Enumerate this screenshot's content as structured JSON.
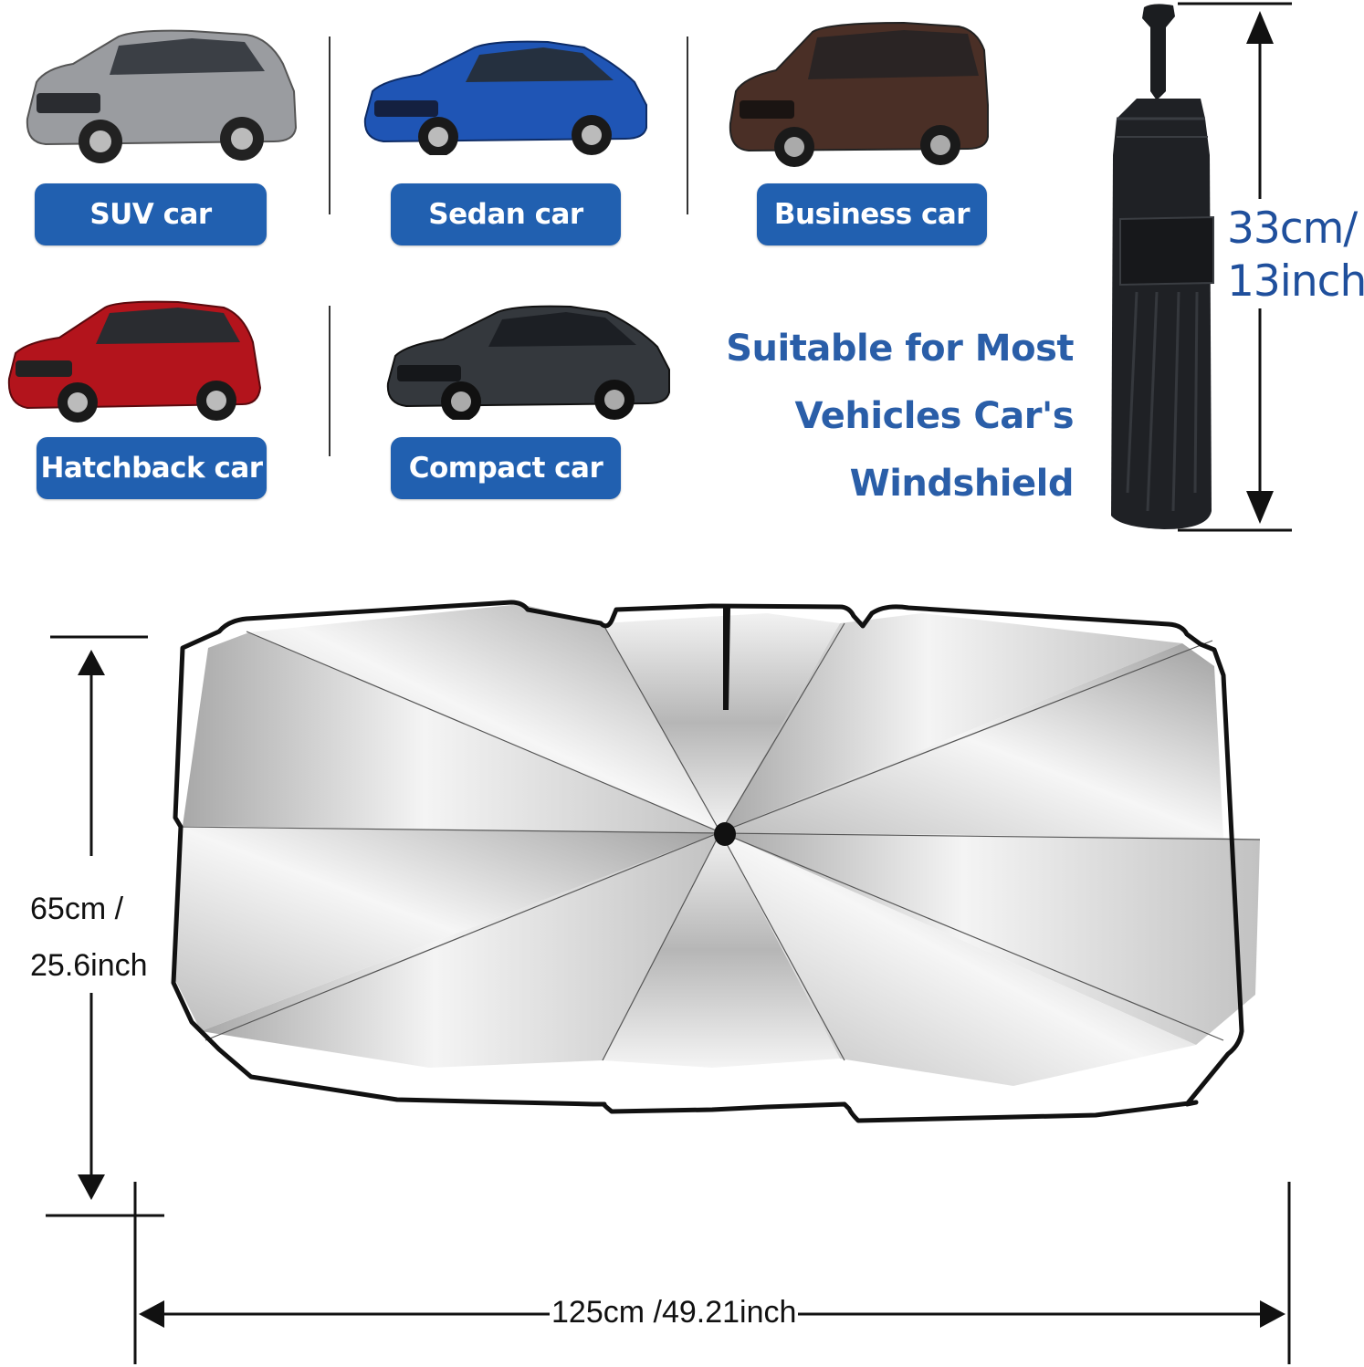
{
  "vehicle_types": [
    {
      "label": "SUV car",
      "color": "#8a8c90"
    },
    {
      "label": "Sedan car",
      "color": "#1e4fa8"
    },
    {
      "label": "Business car",
      "color": "#4a2f26"
    },
    {
      "label": "Hatchback car",
      "color": "#b3141c"
    },
    {
      "label": "Compact car",
      "color": "#2d3034"
    }
  ],
  "headline": {
    "line1": "Suitable for Most",
    "line2": "Vehicles Car's",
    "line3": "Windshield"
  },
  "folded_umbrella": {
    "length_label_line1": "33cm/",
    "length_label_line2": "13inch"
  },
  "sunshade": {
    "height_label_line1": "65cm /",
    "height_label_line2": "25.6inch",
    "width_label": "125cm /49.21inch"
  },
  "colors": {
    "badge_blue": "#2160b0",
    "headline_blue": "#2a5ea8",
    "dimension_blue": "#1f4f9c"
  }
}
